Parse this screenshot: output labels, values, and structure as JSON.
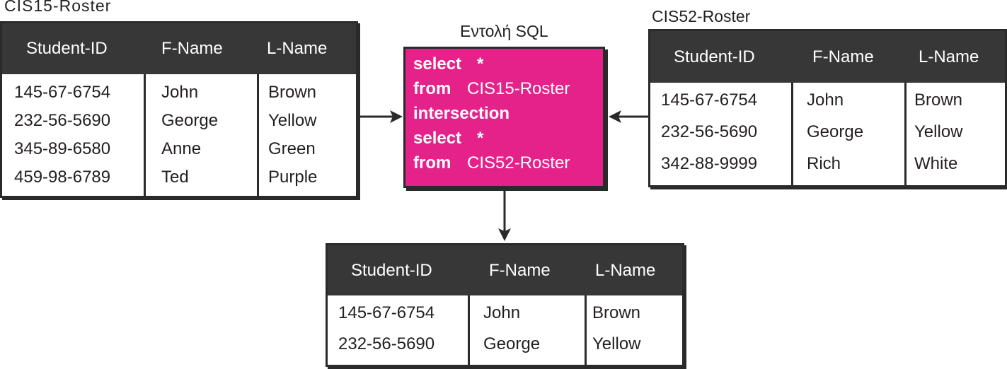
{
  "left_table": {
    "title": "CIS15-Roster",
    "headers": [
      "Student-ID",
      "F-Name",
      "L-Name"
    ],
    "columns": [
      [
        "145-67-6754",
        "232-56-5690",
        "345-89-6580",
        "459-98-6789"
      ],
      [
        "John",
        "George",
        "Anne",
        "Ted"
      ],
      [
        "Brown",
        "Yellow",
        "Green",
        "Purple"
      ]
    ]
  },
  "right_table": {
    "title": "CIS52-Roster",
    "headers": [
      "Student-ID",
      "F-Name",
      "L-Name"
    ],
    "columns": [
      [
        "145-67-6754",
        "232-56-5690",
        "342-88-9999"
      ],
      [
        "John",
        "George",
        "Rich"
      ],
      [
        "Brown",
        "Yellow",
        "White"
      ]
    ]
  },
  "sql": {
    "title": "Εντολή SQL",
    "lines": [
      {
        "kw": "select",
        "arg": "*"
      },
      {
        "kw": "from",
        "arg": "CIS15-Roster"
      },
      {
        "kw": "intersection",
        "arg": ""
      },
      {
        "kw": "select",
        "arg": "*"
      },
      {
        "kw": "from",
        "arg": "CIS52-Roster"
      }
    ]
  },
  "result_table": {
    "headers": [
      "Student-ID",
      "F-Name",
      "L-Name"
    ],
    "columns": [
      [
        "145-67-6754",
        "232-56-5690"
      ],
      [
        "John",
        "George"
      ],
      [
        "Brown",
        "Yellow"
      ]
    ]
  },
  "colors": {
    "sql_box": "#e5218a",
    "header": "#383738",
    "border": "#2b2a2b"
  }
}
